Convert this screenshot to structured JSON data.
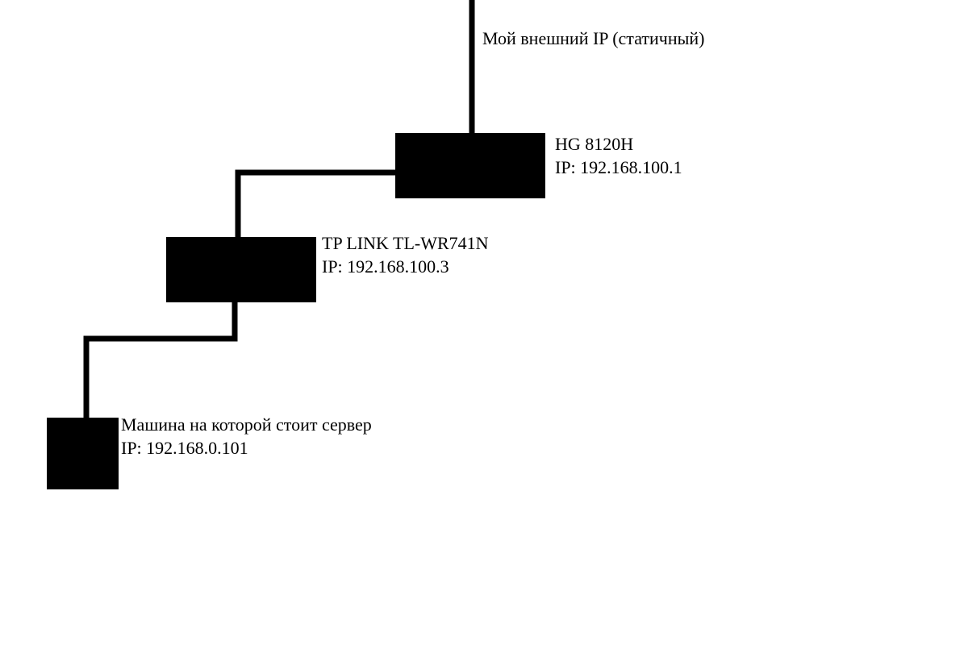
{
  "external_link": {
    "label": "Мой внешний IP (статичный)"
  },
  "nodes": {
    "router_hg": {
      "name": "HG 8120H",
      "ip": "IP: 192.168.100.1"
    },
    "router_tp": {
      "name": "TP LINK TL-WR741N",
      "ip": "IP: 192.168.100.3"
    },
    "server": {
      "name": "Машина на которой стоит сервер",
      "ip": "IP: 192.168.0.101"
    }
  },
  "colors": {
    "background": "#ffffff",
    "device": "#000000",
    "connection": "#000000",
    "text": "#000000"
  }
}
